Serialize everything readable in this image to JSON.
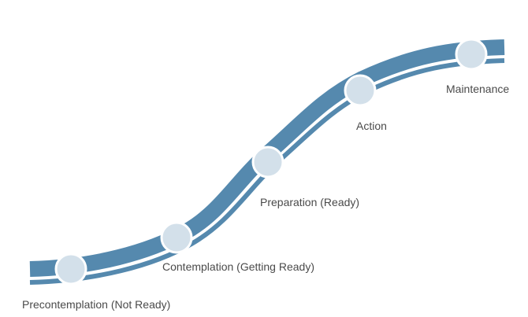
{
  "colors": {
    "band": "#5589ae",
    "node_fill": "#d3e0ea",
    "node_stroke": "#ffffff",
    "label": "#4a4a4a"
  },
  "stages": [
    {
      "label": "Precontemplation (Not Ready)"
    },
    {
      "label": "Contemplation (Getting Ready)"
    },
    {
      "label": "Preparation (Ready)"
    },
    {
      "label": "Action"
    },
    {
      "label": "Maintenance"
    }
  ]
}
